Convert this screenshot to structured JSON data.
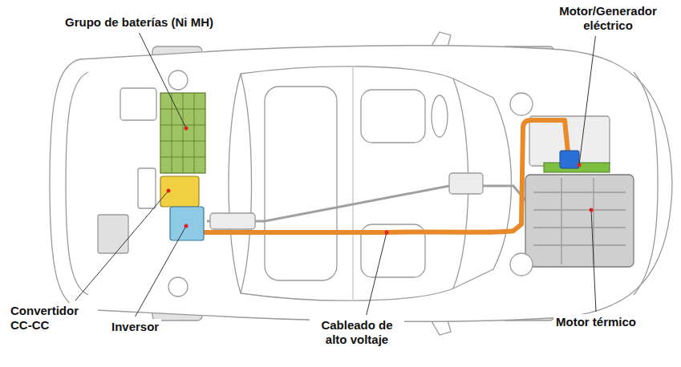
{
  "diagram": {
    "labels": [
      "Grupo de baterías (Ni MH)",
      "Motor/Generador eléctrico",
      "Convertidor CC-CC",
      "Inversor",
      "Cableado de alto voltaje",
      "Motor térmico"
    ]
  }
}
